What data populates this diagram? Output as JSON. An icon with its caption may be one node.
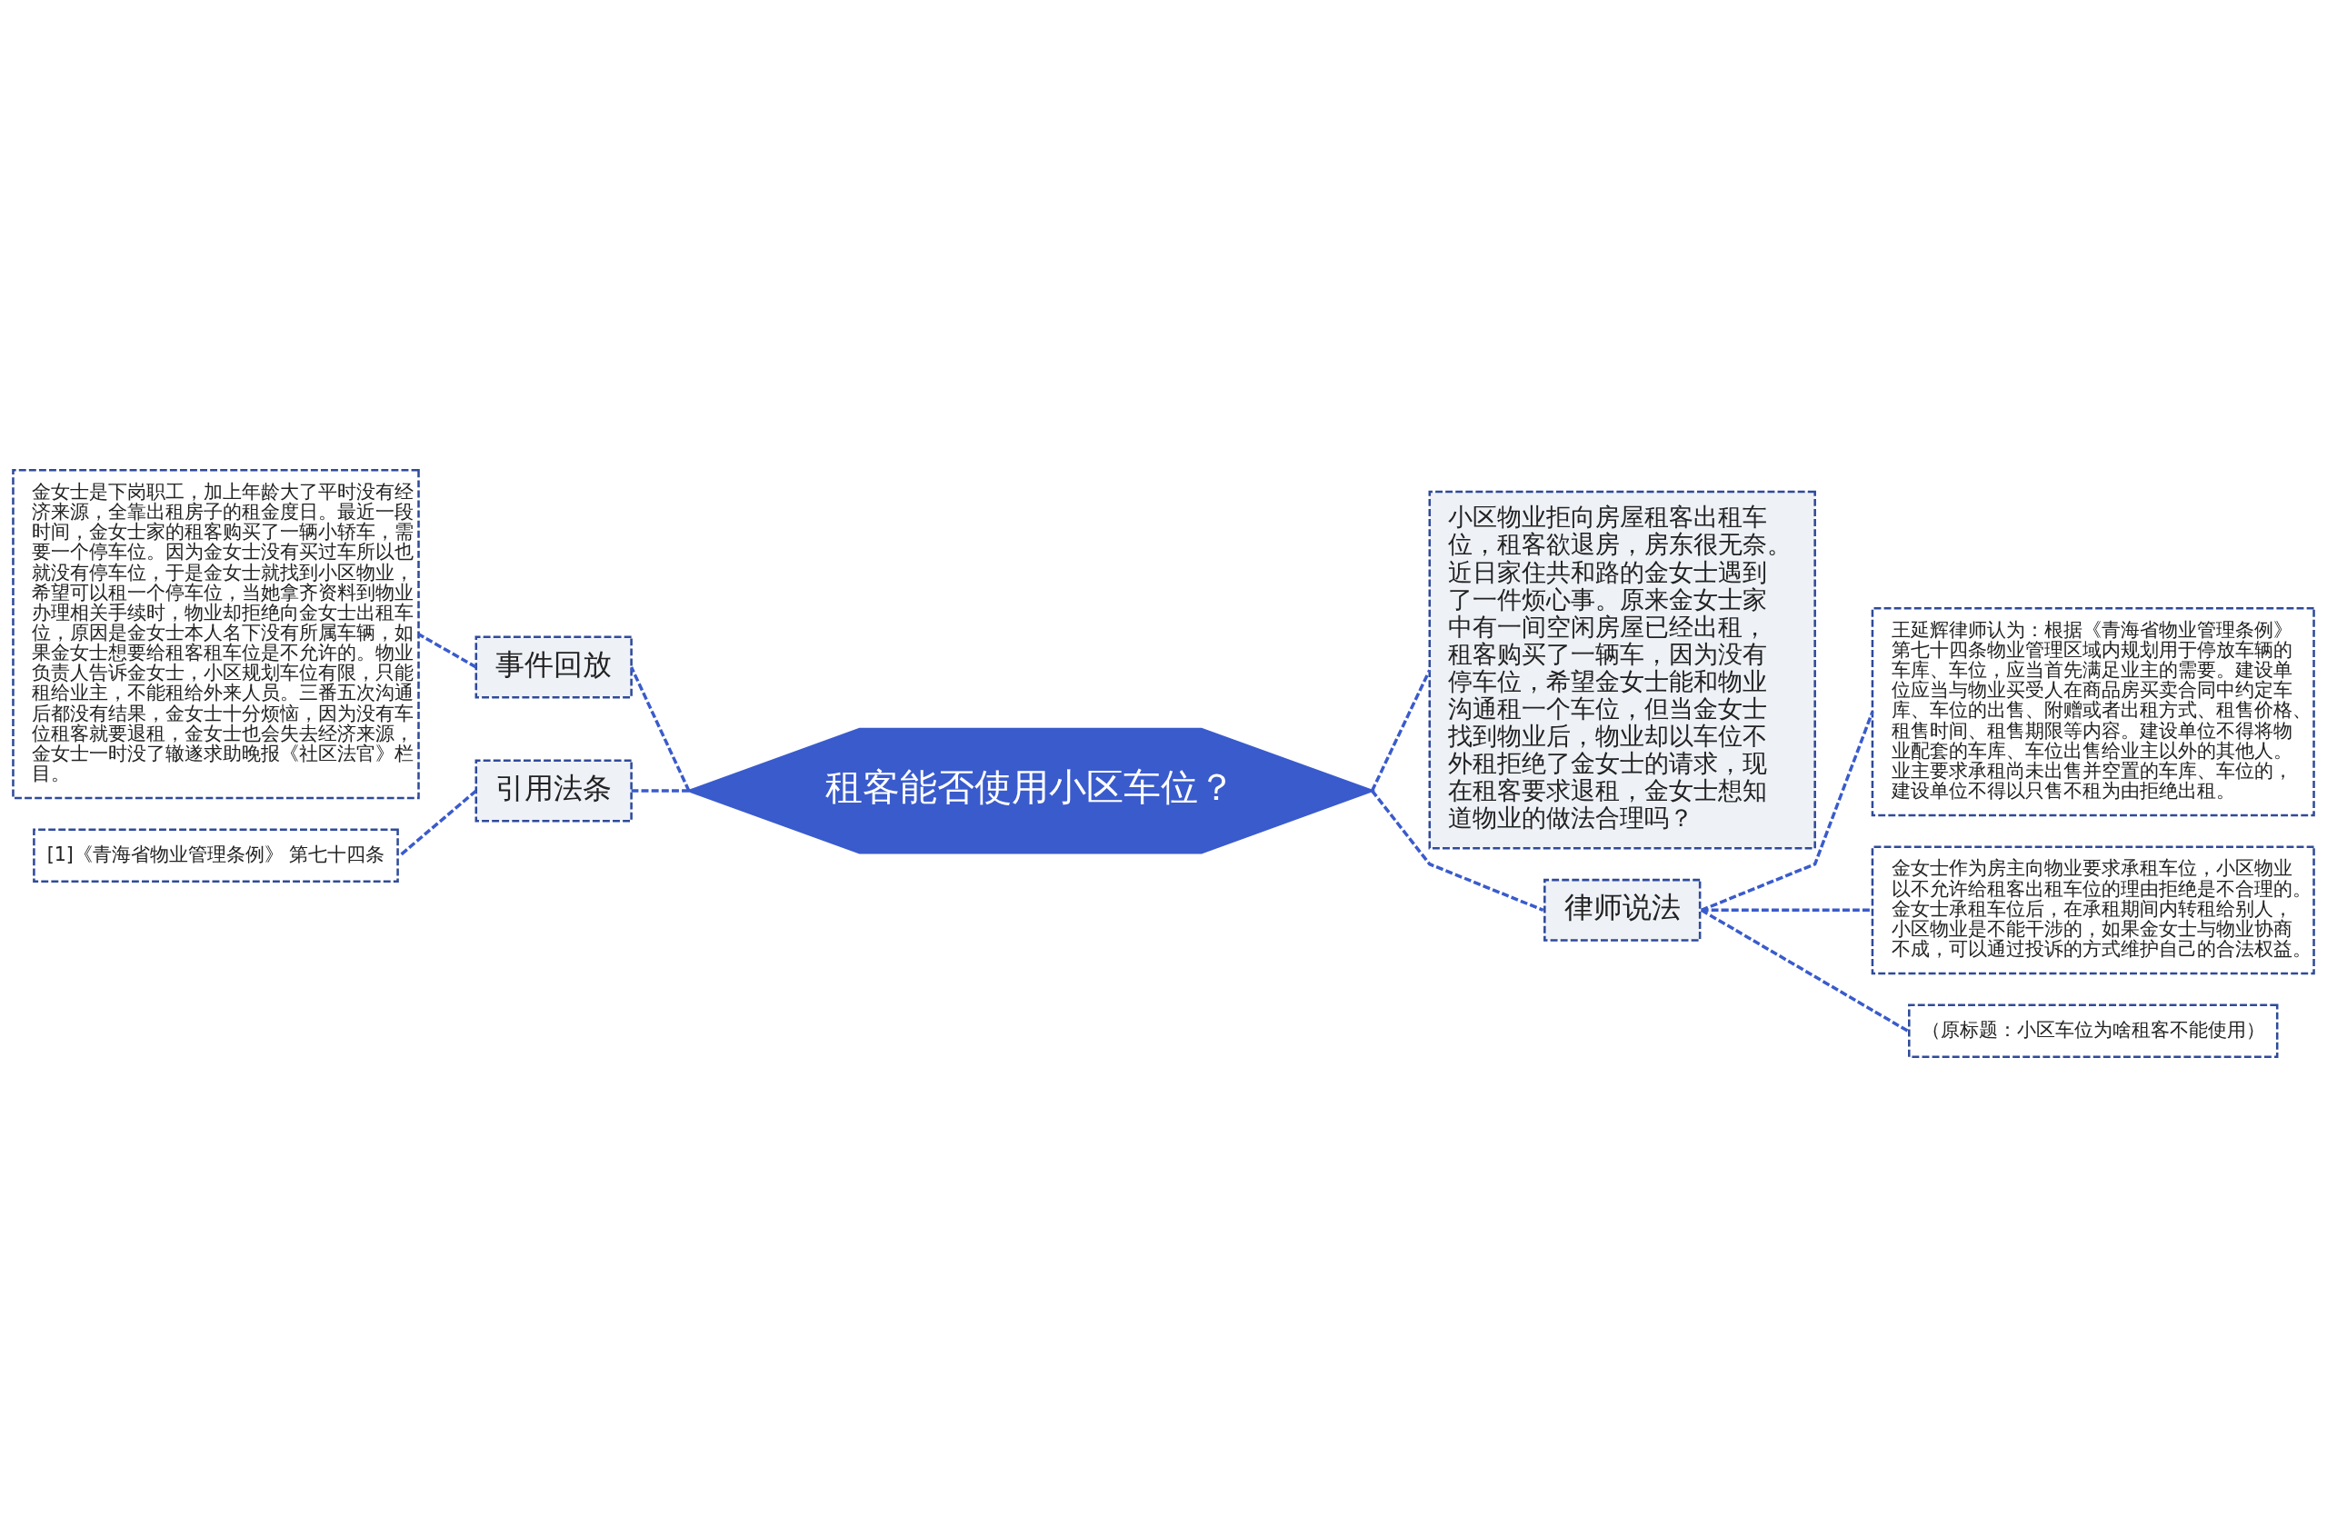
{
  "diagram": {
    "nodes": [
      {
        "text": [
          "租客能否使用小区车位？"
        ]
      },
      {
        "text": [
          "事件回放"
        ]
      },
      {
        "text": [
          "金女士是下岗职工，加上年龄大了平时没有经济来源，全靠出租房子的租金度日。最近一段时间，金女士家的租客购买了一辆小轿车，需要一个停车位。因为金女士没有买过车所以也就没有停车位，于是金女士就找到小区物业，希望可以租一个停车位，当她拿齐资料到物业办理相关手续时，物业却拒绝向金女士出租车位，原因是金女士本人名下没有所属车辆，如果金女士想要给租客租车位是不允许的。物业负责人告诉金女士，小区规划车位有限，只能租给业主，不能租给外来人员。三番五次沟通后都没有结果，金女士十分烦恼，因为没有车位租客就要退租，金女士也会失去经济来源，金女士一时没了辙遂求助晚报《社区法官》栏目。"
        ]
      },
      {
        "text": [
          "引用法条"
        ]
      },
      {
        "text": [
          "[1]《青海省物业管理条例》 第七十四条"
        ]
      },
      {
        "text": [
          "小区物业拒向房屋租客出租车位，租客欲退房，房东很无奈。近日家住共和路的金女士遇到了一件烦心事。原来金女士家中有一间空闲房屋已经出租，租客购买了一辆车，因为没有停车位，希望金女士能和物业沟通租一个车位，但当金女士找到物业后，物业却以车位不外租拒绝了金女士的请求，现在租客要求退租，金女士想知道物业的做法合理吗？"
        ]
      },
      {
        "text": [
          "律师说法"
        ]
      },
      {
        "text": [
          "王延辉律师认为：根据《青海省物业管理条例》第七十四条物业管理区域内规划用于停放车辆的车库、车位，应当首先满足业主的需要。建设单位应当与物业买受人在商品房买卖合同中约定车库、车位的出售、附赠或者出租方式、租售价格、租售时间、租售期限等内容。建设单位不得将物业配套的车库、车位出售给业主以外的其他人。业主要求承租尚未出售并空置的车库、车位的，建设单位不得以只售不租为由拒绝出租。"
        ]
      },
      {
        "text": [
          "金女士作为房主向物业要求承租车位，小区物业以不允许给租客出租车位的理由拒绝是不合理的。金女士承租车位后，在承租期间内转租给别人，小区物业是不能干涉的，如果金女士与物业协商不成，可以通过投诉的方式维护自己的合法权益。"
        ]
      },
      {
        "text": [
          "（原标题：小区车位为啥租客不能使用）"
        ]
      }
    ],
    "edges": [
      {
        "from": 0,
        "to": 1,
        "arrow": "none",
        "style": "dashed"
      },
      {
        "from": 1,
        "to": 2,
        "arrow": "none",
        "style": "dashed"
      },
      {
        "from": 0,
        "to": 3,
        "arrow": "none",
        "style": "dashed"
      },
      {
        "from": 3,
        "to": 4,
        "arrow": "none",
        "style": "dashed"
      },
      {
        "from": 0,
        "to": 5,
        "arrow": "none",
        "style": "dashed"
      },
      {
        "from": 0,
        "to": 6,
        "arrow": "none",
        "style": "dashed"
      },
      {
        "from": 6,
        "to": 7,
        "arrow": "none",
        "style": "dashed"
      },
      {
        "from": 6,
        "to": 8,
        "arrow": "none",
        "style": "dashed"
      },
      {
        "from": 6,
        "to": 9,
        "arrow": "none",
        "style": "dashed"
      }
    ]
  }
}
